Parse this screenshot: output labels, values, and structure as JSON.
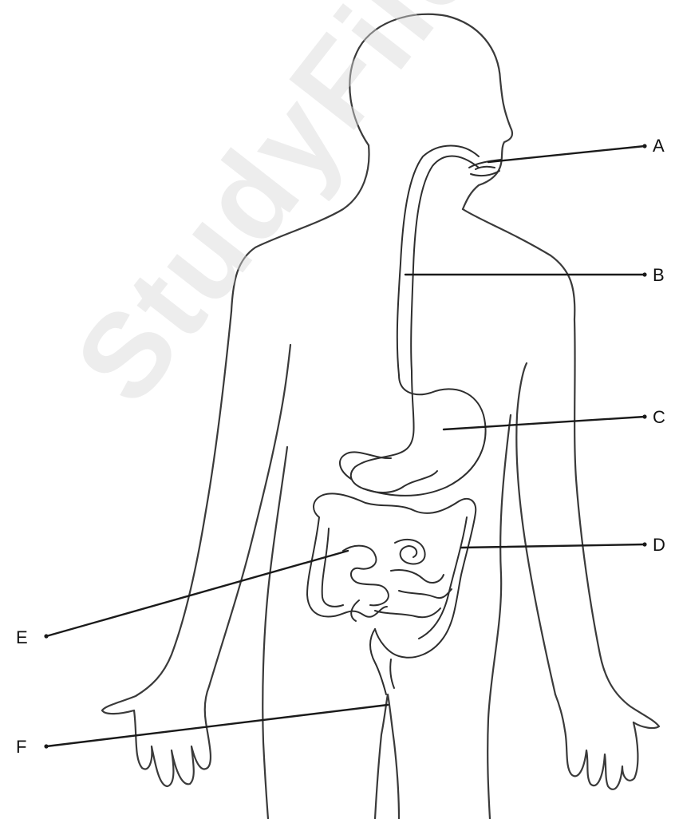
{
  "labels": {
    "a": "A",
    "b": "B",
    "c": "C",
    "d": "D",
    "e": "E",
    "f": "F"
  },
  "watermark": "StudyFileTutor.so",
  "colors": {
    "ink": "#2e2e2e",
    "watermark": "#d9d9d9"
  }
}
